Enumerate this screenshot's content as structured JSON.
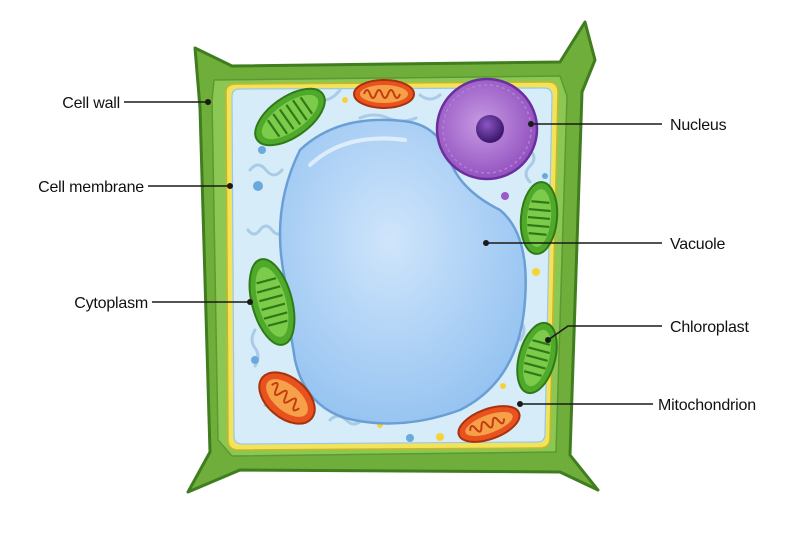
{
  "labels": {
    "cell_wall": "Cell wall",
    "cell_membrane": "Cell membrane",
    "cytoplasm": "Cytoplasm",
    "nucleus": "Nucleus",
    "vacuole": "Vacuole",
    "chloroplast": "Chloroplast",
    "mitochondrion": "Mitochondrion"
  },
  "colors": {
    "cell_wall": "#6fae3a",
    "cell_wall_dark": "#4a8a24",
    "membrane": "#f2e35a",
    "cytoplasm": "#d6ecf8",
    "vacuole": "#a9cff3",
    "nucleus": "#a463c9",
    "nucleolus": "#5a2a8c",
    "chloroplast": "#4faa2c",
    "mitochondrion": "#e8521e"
  }
}
